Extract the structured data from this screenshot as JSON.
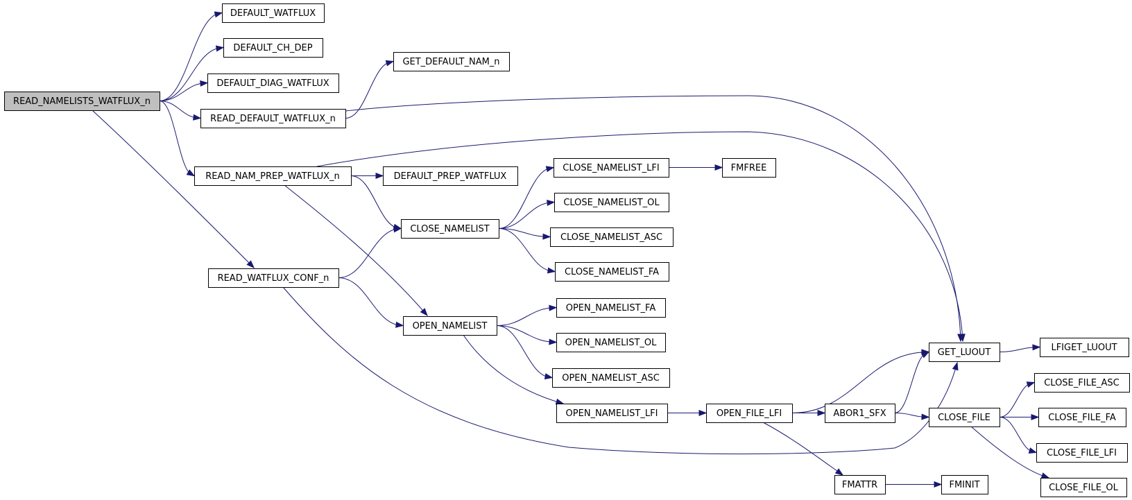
{
  "colors": {
    "edge": "#191970",
    "node_border": "#000000",
    "root_fill": "#bfbfbf",
    "node_fill": "#ffffff"
  },
  "nodes": [
    {
      "id": "read_namelists_watflux_n",
      "label": "READ_NAMELISTS_WATFLUX_n",
      "root": true
    },
    {
      "id": "default_watflux",
      "label": "DEFAULT_WATFLUX"
    },
    {
      "id": "default_ch_dep",
      "label": "DEFAULT_CH_DEP"
    },
    {
      "id": "default_diag_watflux",
      "label": "DEFAULT_DIAG_WATFLUX"
    },
    {
      "id": "read_default_watflux_n",
      "label": "READ_DEFAULT_WATFLUX_n"
    },
    {
      "id": "get_default_nam_n",
      "label": "GET_DEFAULT_NAM_n"
    },
    {
      "id": "read_nam_prep_watflux_n",
      "label": "READ_NAM_PREP_WATFLUX_n"
    },
    {
      "id": "default_prep_watflux",
      "label": "DEFAULT_PREP_WATFLUX"
    },
    {
      "id": "read_watflux_conf_n",
      "label": "READ_WATFLUX_CONF_n"
    },
    {
      "id": "close_namelist",
      "label": "CLOSE_NAMELIST"
    },
    {
      "id": "open_namelist",
      "label": "OPEN_NAMELIST"
    },
    {
      "id": "close_namelist_lfi",
      "label": "CLOSE_NAMELIST_LFI"
    },
    {
      "id": "close_namelist_ol",
      "label": "CLOSE_NAMELIST_OL"
    },
    {
      "id": "close_namelist_asc",
      "label": "CLOSE_NAMELIST_ASC"
    },
    {
      "id": "close_namelist_fa",
      "label": "CLOSE_NAMELIST_FA"
    },
    {
      "id": "fmfree",
      "label": "FMFREE"
    },
    {
      "id": "open_namelist_fa",
      "label": "OPEN_NAMELIST_FA"
    },
    {
      "id": "open_namelist_ol",
      "label": "OPEN_NAMELIST_OL"
    },
    {
      "id": "open_namelist_asc",
      "label": "OPEN_NAMELIST_ASC"
    },
    {
      "id": "open_namelist_lfi",
      "label": "OPEN_NAMELIST_LFI"
    },
    {
      "id": "open_file_lfi",
      "label": "OPEN_FILE_LFI"
    },
    {
      "id": "abor1_sfx",
      "label": "ABOR1_SFX"
    },
    {
      "id": "get_luout",
      "label": "GET_LUOUT"
    },
    {
      "id": "lfiget_luout",
      "label": "LFIGET_LUOUT"
    },
    {
      "id": "close_file",
      "label": "CLOSE_FILE"
    },
    {
      "id": "close_file_asc",
      "label": "CLOSE_FILE_ASC"
    },
    {
      "id": "close_file_fa",
      "label": "CLOSE_FILE_FA"
    },
    {
      "id": "close_file_lfi",
      "label": "CLOSE_FILE_LFI"
    },
    {
      "id": "close_file_ol",
      "label": "CLOSE_FILE_OL"
    },
    {
      "id": "fmattr",
      "label": "FMATTR"
    },
    {
      "id": "fminit",
      "label": "FMINIT"
    }
  ],
  "edges": [
    {
      "from": "read_namelists_watflux_n",
      "to": "default_watflux"
    },
    {
      "from": "read_namelists_watflux_n",
      "to": "default_ch_dep"
    },
    {
      "from": "read_namelists_watflux_n",
      "to": "default_diag_watflux"
    },
    {
      "from": "read_namelists_watflux_n",
      "to": "read_default_watflux_n"
    },
    {
      "from": "read_namelists_watflux_n",
      "to": "read_nam_prep_watflux_n"
    },
    {
      "from": "read_namelists_watflux_n",
      "to": "read_watflux_conf_n"
    },
    {
      "from": "read_default_watflux_n",
      "to": "get_default_nam_n"
    },
    {
      "from": "read_default_watflux_n",
      "to": "get_luout"
    },
    {
      "from": "read_nam_prep_watflux_n",
      "to": "default_prep_watflux"
    },
    {
      "from": "read_nam_prep_watflux_n",
      "to": "close_namelist"
    },
    {
      "from": "read_nam_prep_watflux_n",
      "to": "open_namelist"
    },
    {
      "from": "read_nam_prep_watflux_n",
      "to": "get_luout"
    },
    {
      "from": "read_watflux_conf_n",
      "to": "close_namelist"
    },
    {
      "from": "read_watflux_conf_n",
      "to": "open_namelist"
    },
    {
      "from": "read_watflux_conf_n",
      "to": "get_luout"
    },
    {
      "from": "close_namelist",
      "to": "close_namelist_lfi"
    },
    {
      "from": "close_namelist",
      "to": "close_namelist_ol"
    },
    {
      "from": "close_namelist",
      "to": "close_namelist_asc"
    },
    {
      "from": "close_namelist",
      "to": "close_namelist_fa"
    },
    {
      "from": "close_namelist_lfi",
      "to": "fmfree"
    },
    {
      "from": "open_namelist",
      "to": "open_namelist_fa"
    },
    {
      "from": "open_namelist",
      "to": "open_namelist_ol"
    },
    {
      "from": "open_namelist",
      "to": "open_namelist_asc"
    },
    {
      "from": "open_namelist",
      "to": "open_namelist_lfi"
    },
    {
      "from": "open_namelist_lfi",
      "to": "open_file_lfi"
    },
    {
      "from": "open_file_lfi",
      "to": "get_luout"
    },
    {
      "from": "open_file_lfi",
      "to": "abor1_sfx"
    },
    {
      "from": "open_file_lfi",
      "to": "fmattr"
    },
    {
      "from": "abor1_sfx",
      "to": "get_luout"
    },
    {
      "from": "abor1_sfx",
      "to": "close_file"
    },
    {
      "from": "get_luout",
      "to": "lfiget_luout"
    },
    {
      "from": "close_file",
      "to": "close_file_asc"
    },
    {
      "from": "close_file",
      "to": "close_file_fa"
    },
    {
      "from": "close_file",
      "to": "close_file_lfi"
    },
    {
      "from": "close_file",
      "to": "close_file_ol"
    },
    {
      "from": "fmattr",
      "to": "fminit"
    }
  ]
}
